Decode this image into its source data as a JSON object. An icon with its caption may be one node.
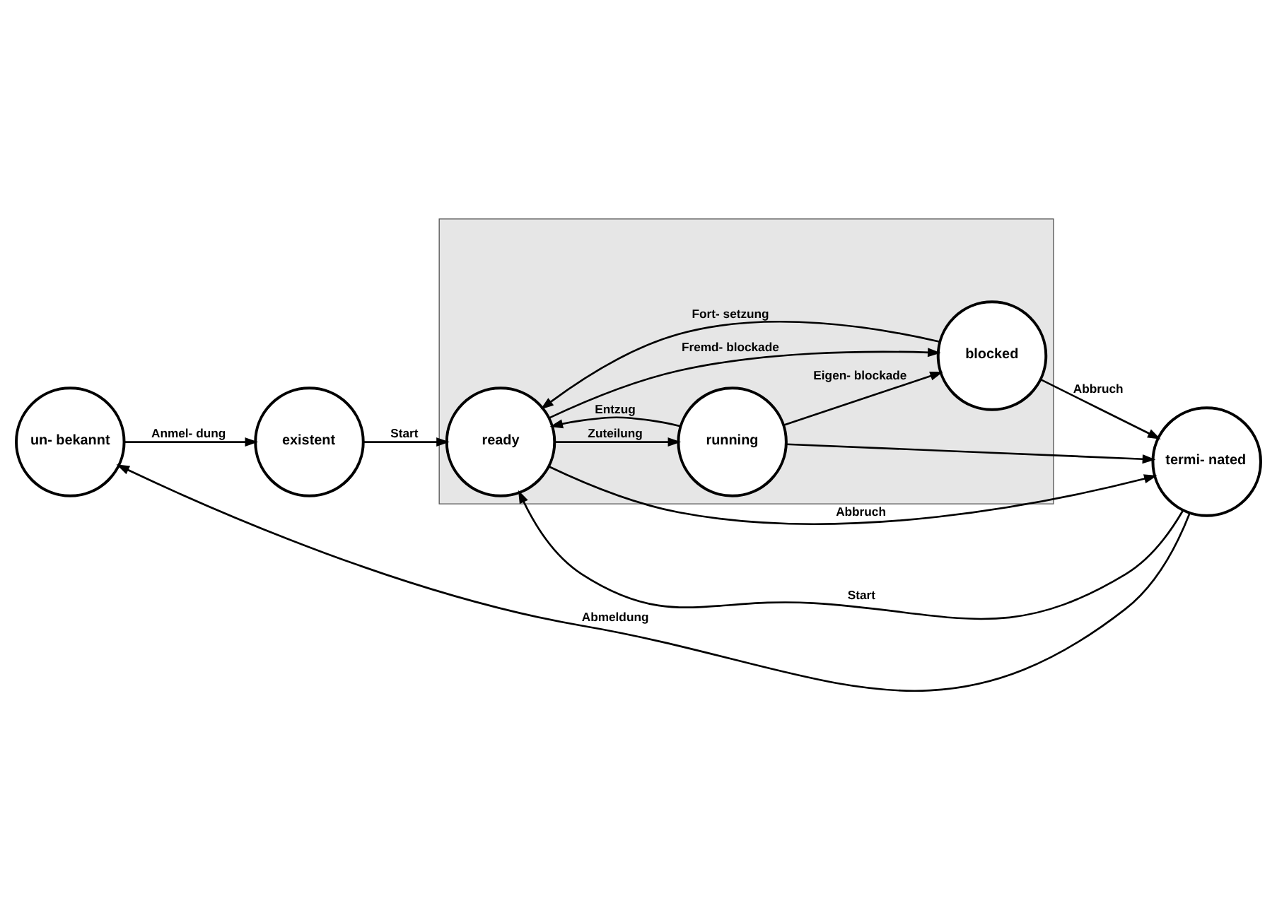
{
  "diagram": {
    "nodes": [
      {
        "text": [
          "un- bekannt"
        ]
      },
      {
        "text": [
          "existent"
        ]
      },
      {
        "text": [],
        "shape": "box"
      },
      {
        "text": [
          "ready"
        ],
        "in": 2
      },
      {
        "text": [
          "running"
        ],
        "in": 2
      },
      {
        "text": [
          "blocked"
        ],
        "in": 2
      },
      {
        "text": [
          "termi- nated"
        ]
      }
    ],
    "edges": [
      {
        "from": 0,
        "to": 1,
        "arrow": "to",
        "label": "Anmel- dung"
      },
      {
        "from": 1,
        "to": 3,
        "arrow": "to",
        "label": "Start"
      },
      {
        "from": 3,
        "to": 4,
        "arrow": "to",
        "label": "Zuteilung"
      },
      {
        "from": 4,
        "to": 3,
        "arrow": "to",
        "label": "Entzug"
      },
      {
        "from": 3,
        "to": 5,
        "arrow": "to",
        "label": "Fremd- blockade"
      },
      {
        "from": 4,
        "to": 5,
        "arrow": "to",
        "label": "Eigen- blockade"
      },
      {
        "from": 5,
        "to": 3,
        "arrow": "to",
        "label": "Fort- setzung"
      },
      {
        "from": 4,
        "to": 6,
        "arrow": "to"
      },
      {
        "from": 6,
        "to": 3,
        "arrow": "to",
        "label": "Start"
      },
      {
        "from": 6,
        "to": 0,
        "arrow": "to",
        "label": "Abmeldung"
      },
      {
        "from": 5,
        "to": 6,
        "arrow": "to",
        "label": "Abbruch"
      },
      {
        "from": 3,
        "to": 6,
        "arrow": "to",
        "label": "Abbruch"
      }
    ]
  }
}
